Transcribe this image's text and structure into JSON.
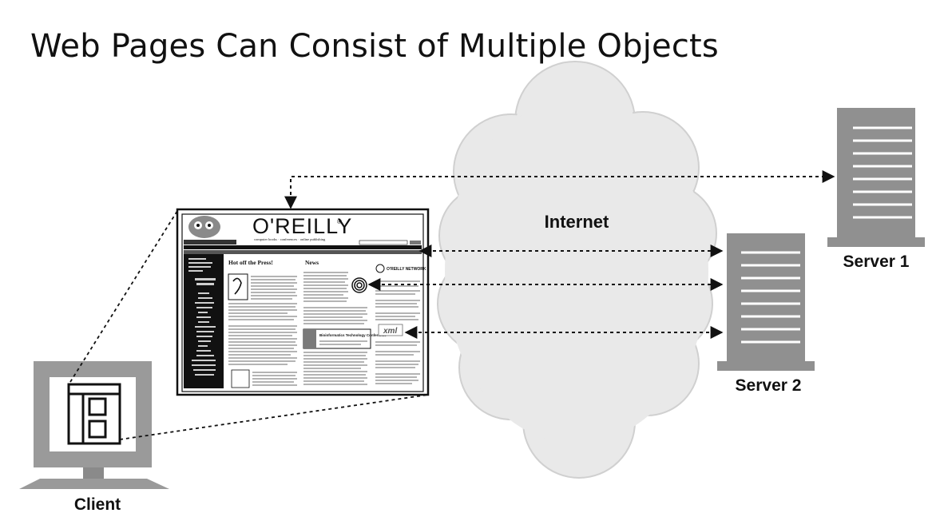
{
  "title": "Web Pages Can Consist of Multiple Objects",
  "labels": {
    "internet": "Internet",
    "server1": "Server 1",
    "server2": "Server 2",
    "client": "Client"
  },
  "webpage": {
    "logo_text": "O'REILLY",
    "logo_mark": "®",
    "tagline": "computer books · conferences · online publishing",
    "heading_left": "Hot off the Press!",
    "heading_right": "News",
    "network_logo": "O'REILLY NETWORK",
    "conference_banner": "Bioinformatics Technology Conference",
    "xml_logo": "xml"
  },
  "colors": {
    "cloud_fill": "#e9e9e9",
    "cloud_stroke": "#cfcfcf",
    "server_gray": "#909090",
    "ink": "#111111",
    "screen_gray": "#9a9a9a"
  }
}
